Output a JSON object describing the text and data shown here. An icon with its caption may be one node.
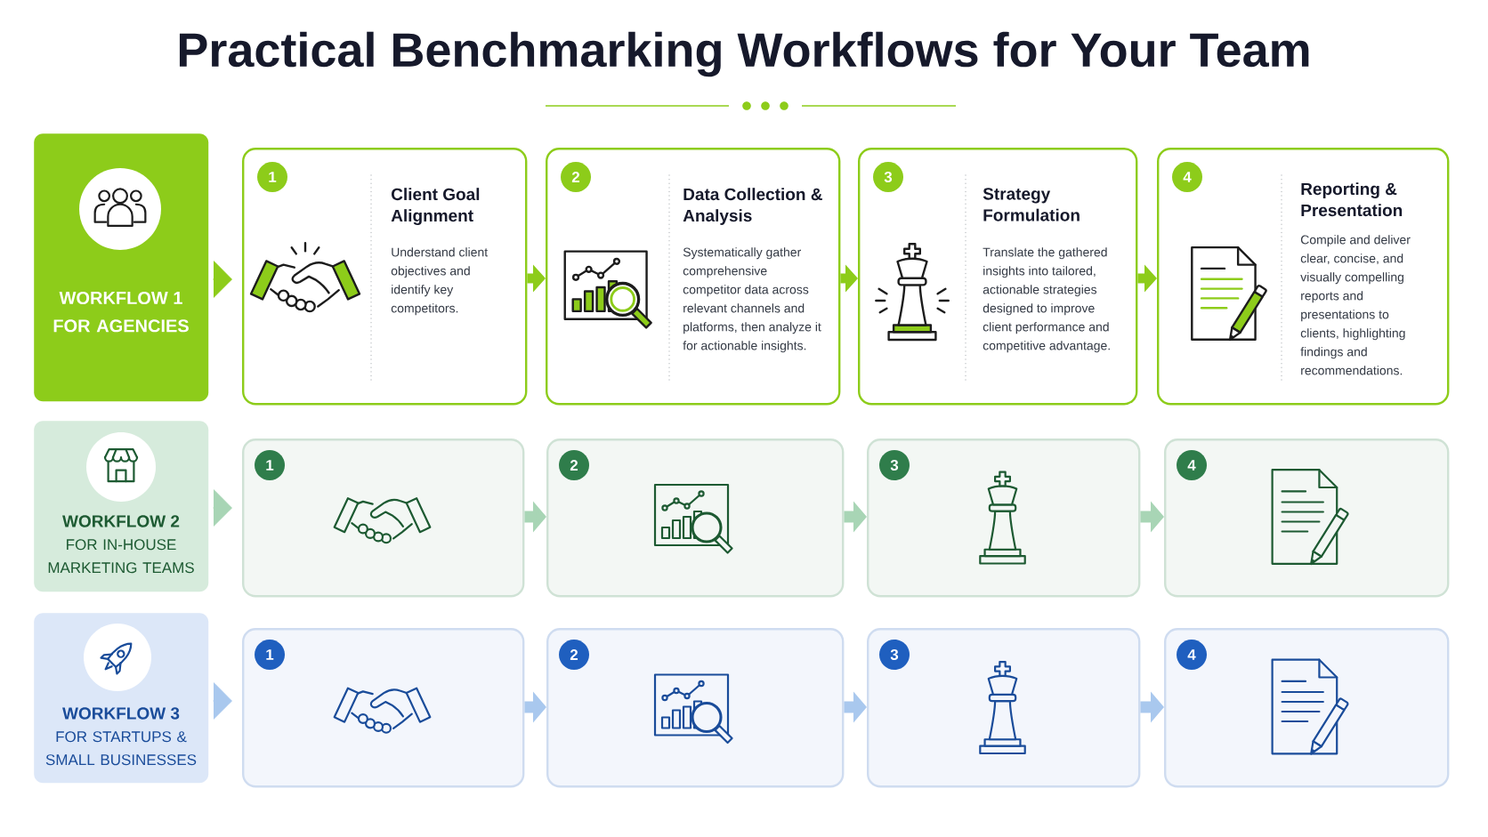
{
  "diagram": {
    "title": "Practical Benchmarking Workflows for Your Team",
    "nodes": [
      {
        "text": [
          "WORKFLOW 1",
          "FOR AGENCIES"
        ]
      },
      {
        "text": [
          "1",
          "Client Goal Alignment",
          "Understand client objectives and identify key competitors."
        ]
      },
      {
        "text": [
          "2",
          "Data Collection & Analysis",
          "Systematically gather comprehensive competitor data across relevant channels and platforms, then analyze it for actionable insights."
        ]
      },
      {
        "text": [
          "3",
          "Strategy Formulation",
          "Translate the gathered insights into tailored, actionable strategies designed to improve client performance and competitive advantage."
        ]
      },
      {
        "text": [
          "4",
          "Reporting & Presentation",
          "Compile and deliver clear, concise, and visually compelling reports and presentations to clients, highlighting findings and recommendations."
        ]
      },
      {
        "text": [
          "WORKFLOW 2",
          "FOR IN-HOUSE MARKETING TEAMS"
        ]
      },
      {
        "text": [
          "1"
        ]
      },
      {
        "text": [
          "2"
        ]
      },
      {
        "text": [
          "3"
        ]
      },
      {
        "text": [
          "4"
        ]
      },
      {
        "text": [
          "WORKFLOW 3",
          "FOR STARTUPS & SMALL BUSINESSES"
        ]
      },
      {
        "text": [
          "1"
        ]
      },
      {
        "text": [
          "2"
        ]
      },
      {
        "text": [
          "3"
        ]
      },
      {
        "text": [
          "4"
        ]
      }
    ],
    "edges": [
      {
        "from": 0,
        "to": 1,
        "arrow": "to"
      },
      {
        "from": 1,
        "to": 2,
        "arrow": "to"
      },
      {
        "from": 2,
        "to": 3,
        "arrow": "to"
      },
      {
        "from": 3,
        "to": 4,
        "arrow": "to"
      },
      {
        "from": 5,
        "to": 6,
        "arrow": "to",
        "color": "#a8d5b5"
      },
      {
        "from": 6,
        "to": 7,
        "arrow": "to",
        "color": "#a8d5b5"
      },
      {
        "from": 7,
        "to": 8,
        "arrow": "to",
        "color": "#a8d5b5"
      },
      {
        "from": 8,
        "to": 9,
        "arrow": "to",
        "color": "#a8d5b5"
      },
      {
        "from": 10,
        "to": 11,
        "arrow": "to",
        "color": "#a9c8ee"
      },
      {
        "from": 11,
        "to": 12,
        "arrow": "to",
        "color": "#a9c8ee"
      },
      {
        "from": 12,
        "to": 13,
        "arrow": "to",
        "color": "#a9c8ee"
      },
      {
        "from": 13,
        "to": 14,
        "arrow": "to",
        "color": "#a9c8ee"
      }
    ]
  }
}
